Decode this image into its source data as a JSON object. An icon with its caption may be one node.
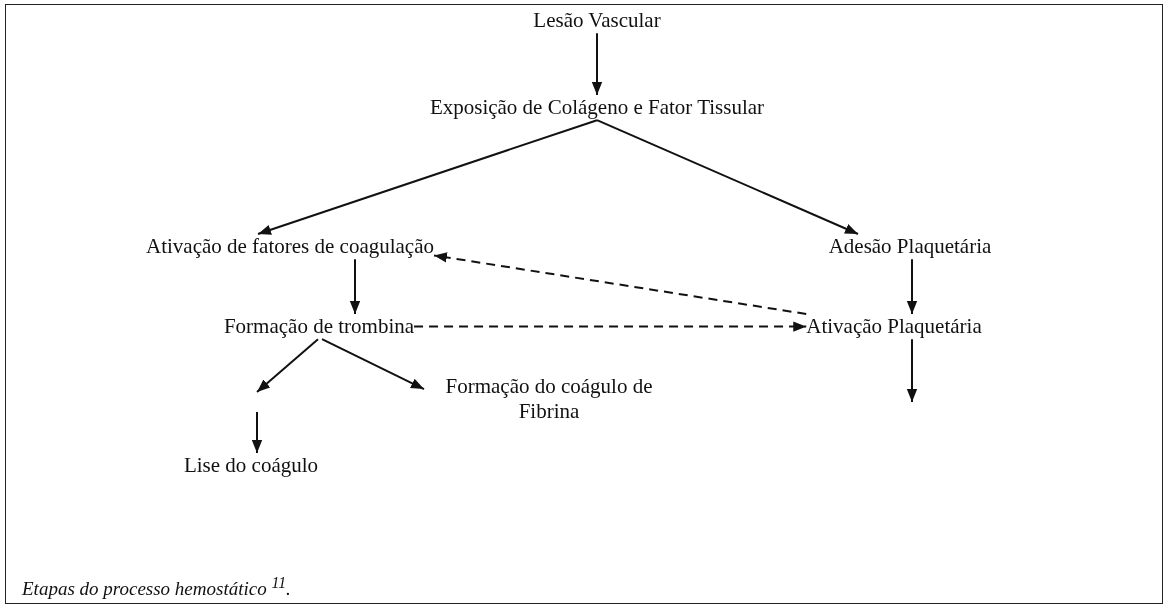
{
  "diagram": {
    "caption": "Etapas do processo hemostático $^{11}$.",
    "nodes": [
      {
        "text": [
          "Lesão Vascular"
        ]
      },
      {
        "text": [
          "Exposição de Colágeno e Fator Tissular"
        ]
      },
      {
        "text": [
          "Ativação de fatores de coagulação"
        ]
      },
      {
        "text": [
          "Adesão Plaquetária"
        ]
      },
      {
        "text": [
          "Formação de trombina"
        ]
      },
      {
        "text": [
          "Ativação Plaquetária"
        ]
      },
      {
        "text": [
          "Formação do coágulo de Fibrina"
        ]
      },
      {
        "text": [
          "Lise do coágulo"
        ]
      }
    ],
    "edges": [
      {
        "from": 0,
        "to": 1,
        "arrow": "to"
      },
      {
        "from": 1,
        "to": 2,
        "arrow": "to"
      },
      {
        "from": 1,
        "to": 3,
        "arrow": "to"
      },
      {
        "from": 2,
        "to": 4,
        "arrow": "to"
      },
      {
        "from": 3,
        "to": 5,
        "arrow": "to"
      },
      {
        "from": 5,
        "to": 2,
        "arrow": "to",
        "style": "dashed"
      },
      {
        "from": 4,
        "to": 5,
        "arrow": "to",
        "style": "dashed"
      },
      {
        "from": 4,
        "to": null,
        "arrow": "to"
      },
      {
        "from": 4,
        "to": 6,
        "arrow": "to"
      },
      {
        "from": null,
        "to": 7,
        "arrow": "to"
      },
      {
        "from": 5,
        "to": null,
        "arrow": "to"
      }
    ]
  }
}
